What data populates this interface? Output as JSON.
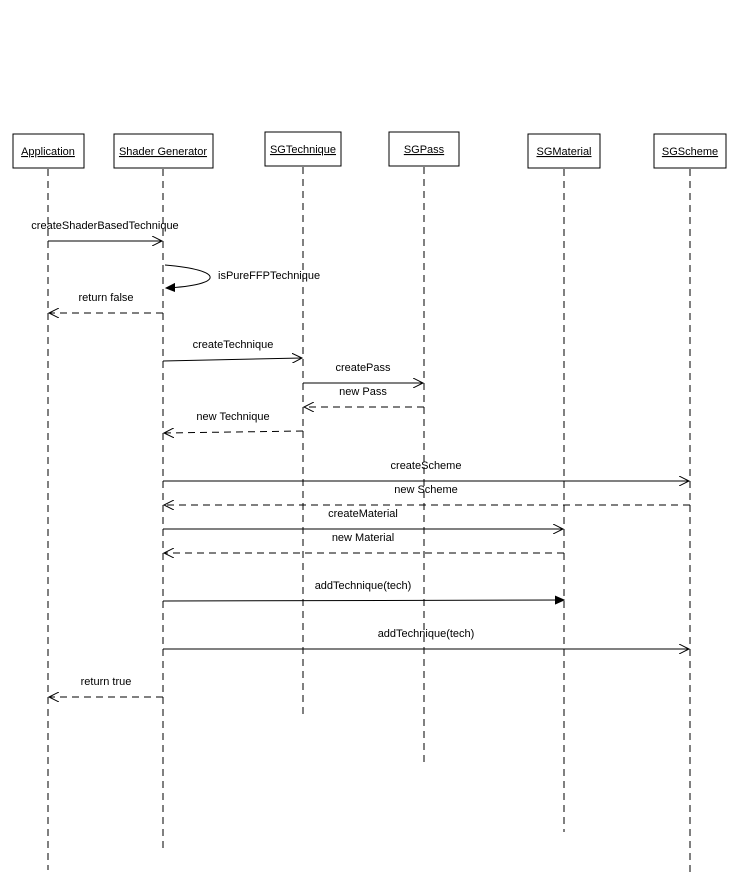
{
  "participants": [
    {
      "id": "app",
      "label": "Application"
    },
    {
      "id": "sg",
      "label": "Shader Generator"
    },
    {
      "id": "tech",
      "label": "SGTechnique"
    },
    {
      "id": "pass",
      "label": "SGPass"
    },
    {
      "id": "mat",
      "label": "SGMaterial"
    },
    {
      "id": "scheme",
      "label": "SGScheme"
    }
  ],
  "messages": [
    {
      "from": "app",
      "to": "sg",
      "label": "createShaderBasedTechnique",
      "kind": "call"
    },
    {
      "from": "sg",
      "to": "sg",
      "label": "isPureFFPTechnique",
      "kind": "self"
    },
    {
      "from": "sg",
      "to": "app",
      "label": "return false",
      "kind": "reply"
    },
    {
      "from": "sg",
      "to": "tech",
      "label": "createTechnique",
      "kind": "call"
    },
    {
      "from": "tech",
      "to": "pass",
      "label": "createPass",
      "kind": "call"
    },
    {
      "from": "pass",
      "to": "tech",
      "label": "new Pass",
      "kind": "reply"
    },
    {
      "from": "tech",
      "to": "sg",
      "label": "new Technique",
      "kind": "reply"
    },
    {
      "from": "sg",
      "to": "scheme",
      "label": "createScheme",
      "kind": "call"
    },
    {
      "from": "scheme",
      "to": "sg",
      "label": "new Scheme",
      "kind": "reply"
    },
    {
      "from": "sg",
      "to": "mat",
      "label": "createMaterial",
      "kind": "call"
    },
    {
      "from": "mat",
      "to": "sg",
      "label": "new Material",
      "kind": "reply"
    },
    {
      "from": "sg",
      "to": "mat",
      "label": "addTechnique(tech)",
      "kind": "call-filled"
    },
    {
      "from": "sg",
      "to": "scheme",
      "label": "addTechnique(tech)",
      "kind": "call"
    },
    {
      "from": "sg",
      "to": "app",
      "label": "return true",
      "kind": "reply"
    }
  ]
}
